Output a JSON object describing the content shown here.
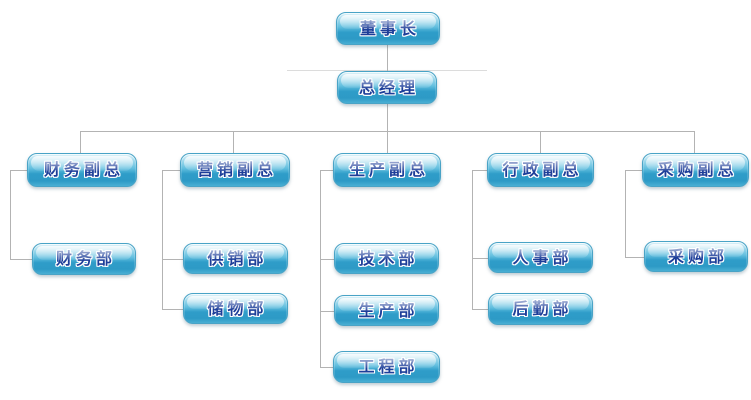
{
  "org": {
    "chairman": {
      "label": "董事长"
    },
    "general_manager": {
      "label": "总经理"
    },
    "branches": [
      {
        "label": "财务副总",
        "children": [
          "财务部"
        ]
      },
      {
        "label": "营销副总",
        "children": [
          "供销部",
          "储物部"
        ]
      },
      {
        "label": "生产副总",
        "children": [
          "技术部",
          "生产部",
          "工程部"
        ]
      },
      {
        "label": "行政副总",
        "children": [
          "人事部",
          "后勤部"
        ]
      },
      {
        "label": "采购副总",
        "children": [
          "采购部"
        ]
      }
    ]
  },
  "colors": {
    "background": "#ffffff",
    "connector": "#b3b3b3",
    "connector_faint": "#dcdcdc",
    "node_border": "#49a3c6",
    "node_text": "#1d3e99",
    "node_gradient_top": "#d9f0f8",
    "node_gradient_bottom": "#2f9dc9"
  }
}
